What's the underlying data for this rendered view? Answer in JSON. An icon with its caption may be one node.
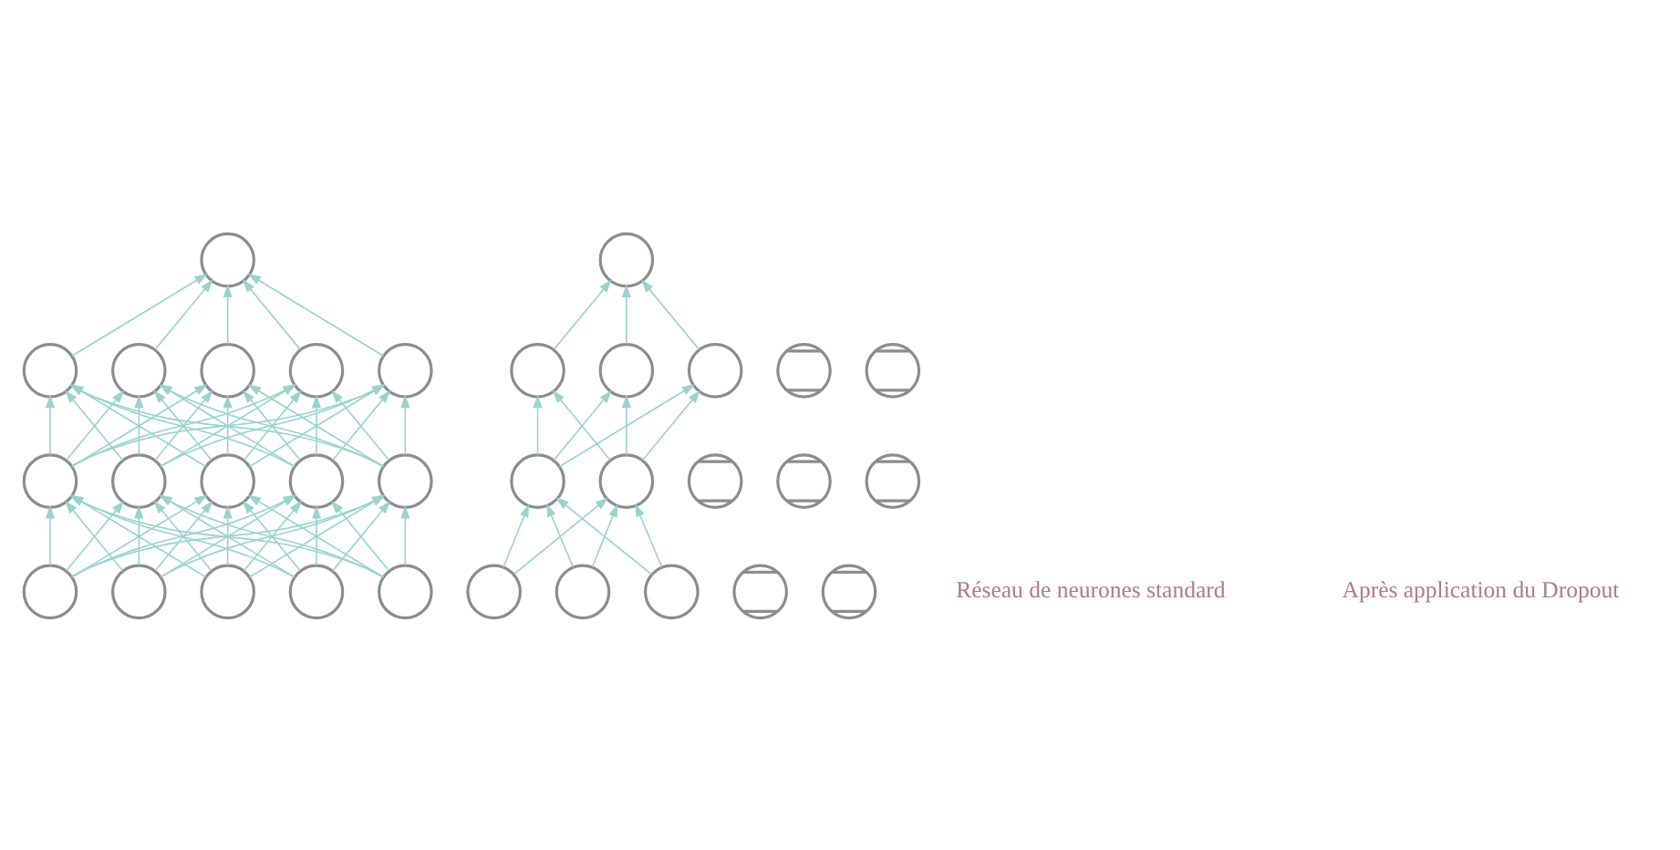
{
  "diagram": {
    "nodes": [
      {
        "text": [],
        "shape": "circle"
      },
      {
        "text": [],
        "shape": "circle"
      },
      {
        "text": [],
        "shape": "circle"
      },
      {
        "text": [],
        "shape": "circle"
      },
      {
        "text": [],
        "shape": "circle"
      },
      {
        "text": [],
        "shape": "circle"
      },
      {
        "text": [],
        "shape": "circle"
      },
      {
        "text": [],
        "shape": "circle"
      },
      {
        "text": [],
        "shape": "circle"
      },
      {
        "text": [],
        "shape": "circle"
      },
      {
        "text": [],
        "shape": "circle"
      },
      {
        "text": [],
        "shape": "circle"
      },
      {
        "text": [],
        "shape": "circle"
      },
      {
        "text": [],
        "shape": "circle"
      },
      {
        "text": [],
        "shape": "circle"
      },
      {
        "text": [],
        "shape": "circle"
      },
      {
        "text": [],
        "shape": "circle"
      },
      {
        "text": [],
        "shape": "circle"
      },
      {
        "text": [],
        "shape": "crossed"
      },
      {
        "text": [],
        "shape": "circle"
      },
      {
        "text": [],
        "shape": "crossed"
      },
      {
        "text": [],
        "shape": "circle"
      },
      {
        "text": [],
        "shape": "crossed"
      },
      {
        "text": [],
        "shape": "circle"
      },
      {
        "text": [],
        "shape": "crossed"
      },
      {
        "text": [],
        "shape": "crossed"
      },
      {
        "text": [],
        "shape": "circle"
      },
      {
        "text": [],
        "shape": "circle"
      },
      {
        "text": [],
        "shape": "crossed"
      },
      {
        "text": [],
        "shape": "crossed"
      },
      {
        "text": [],
        "shape": "circle"
      },
      {
        "text": [],
        "shape": "circle"
      }
    ],
    "edges": [
      {
        "from": 11,
        "to": 6,
        "arrow": "to"
      },
      {
        "from": 11,
        "to": 7,
        "arrow": "to"
      },
      {
        "from": 11,
        "to": 8,
        "arrow": "to"
      },
      {
        "from": 11,
        "to": 9,
        "arrow": "to"
      },
      {
        "from": 11,
        "to": 10,
        "arrow": "to"
      },
      {
        "from": 12,
        "to": 6,
        "arrow": "to"
      },
      {
        "from": 12,
        "to": 7,
        "arrow": "to"
      },
      {
        "from": 12,
        "to": 8,
        "arrow": "to"
      },
      {
        "from": 12,
        "to": 9,
        "arrow": "to"
      },
      {
        "from": 12,
        "to": 10,
        "arrow": "to"
      },
      {
        "from": 13,
        "to": 6,
        "arrow": "to"
      },
      {
        "from": 13,
        "to": 7,
        "arrow": "to"
      },
      {
        "from": 13,
        "to": 8,
        "arrow": "to"
      },
      {
        "from": 13,
        "to": 9,
        "arrow": "to"
      },
      {
        "from": 13,
        "to": 10,
        "arrow": "to"
      },
      {
        "from": 14,
        "to": 6,
        "arrow": "to"
      },
      {
        "from": 14,
        "to": 7,
        "arrow": "to"
      },
      {
        "from": 14,
        "to": 8,
        "arrow": "to"
      },
      {
        "from": 14,
        "to": 9,
        "arrow": "to"
      },
      {
        "from": 14,
        "to": 10,
        "arrow": "to"
      },
      {
        "from": 15,
        "to": 6,
        "arrow": "to"
      },
      {
        "from": 15,
        "to": 7,
        "arrow": "to"
      },
      {
        "from": 15,
        "to": 8,
        "arrow": "to"
      },
      {
        "from": 15,
        "to": 9,
        "arrow": "to"
      },
      {
        "from": 15,
        "to": 10,
        "arrow": "to"
      },
      {
        "from": 6,
        "to": 1,
        "arrow": "to"
      },
      {
        "from": 6,
        "to": 2,
        "arrow": "to"
      },
      {
        "from": 6,
        "to": 3,
        "arrow": "to"
      },
      {
        "from": 6,
        "to": 4,
        "arrow": "to"
      },
      {
        "from": 6,
        "to": 5,
        "arrow": "to"
      },
      {
        "from": 7,
        "to": 1,
        "arrow": "to"
      },
      {
        "from": 7,
        "to": 2,
        "arrow": "to"
      },
      {
        "from": 7,
        "to": 3,
        "arrow": "to"
      },
      {
        "from": 7,
        "to": 4,
        "arrow": "to"
      },
      {
        "from": 7,
        "to": 5,
        "arrow": "to"
      },
      {
        "from": 8,
        "to": 1,
        "arrow": "to"
      },
      {
        "from": 8,
        "to": 2,
        "arrow": "to"
      },
      {
        "from": 8,
        "to": 3,
        "arrow": "to"
      },
      {
        "from": 8,
        "to": 4,
        "arrow": "to"
      },
      {
        "from": 8,
        "to": 5,
        "arrow": "to"
      },
      {
        "from": 9,
        "to": 1,
        "arrow": "to"
      },
      {
        "from": 9,
        "to": 2,
        "arrow": "to"
      },
      {
        "from": 9,
        "to": 3,
        "arrow": "to"
      },
      {
        "from": 9,
        "to": 4,
        "arrow": "to"
      },
      {
        "from": 9,
        "to": 5,
        "arrow": "to"
      },
      {
        "from": 10,
        "to": 1,
        "arrow": "to"
      },
      {
        "from": 10,
        "to": 2,
        "arrow": "to"
      },
      {
        "from": 10,
        "to": 3,
        "arrow": "to"
      },
      {
        "from": 10,
        "to": 4,
        "arrow": "to"
      },
      {
        "from": 10,
        "to": 5,
        "arrow": "to"
      },
      {
        "from": 1,
        "to": 0,
        "arrow": "to"
      },
      {
        "from": 2,
        "to": 0,
        "arrow": "to"
      },
      {
        "from": 3,
        "to": 0,
        "arrow": "to"
      },
      {
        "from": 4,
        "to": 0,
        "arrow": "to"
      },
      {
        "from": 5,
        "to": 0,
        "arrow": "to"
      },
      {
        "from": 27,
        "to": 23,
        "arrow": "to"
      },
      {
        "from": 27,
        "to": 26,
        "arrow": "to"
      },
      {
        "from": 30,
        "to": 23,
        "arrow": "to"
      },
      {
        "from": 30,
        "to": 26,
        "arrow": "to"
      },
      {
        "from": 31,
        "to": 23,
        "arrow": "to"
      },
      {
        "from": 31,
        "to": 26,
        "arrow": "to"
      },
      {
        "from": 23,
        "to": 17,
        "arrow": "to"
      },
      {
        "from": 23,
        "to": 19,
        "arrow": "to"
      },
      {
        "from": 23,
        "to": 21,
        "arrow": "to"
      },
      {
        "from": 26,
        "to": 17,
        "arrow": "to"
      },
      {
        "from": 26,
        "to": 19,
        "arrow": "to"
      },
      {
        "from": 26,
        "to": 21,
        "arrow": "to"
      },
      {
        "from": 17,
        "to": 16,
        "arrow": "to"
      },
      {
        "from": 19,
        "to": 16,
        "arrow": "to"
      },
      {
        "from": 21,
        "to": 16,
        "arrow": "to"
      }
    ],
    "labels": [
      "Réseau de neurones standard",
      "Après application du Dropout"
    ]
  }
}
